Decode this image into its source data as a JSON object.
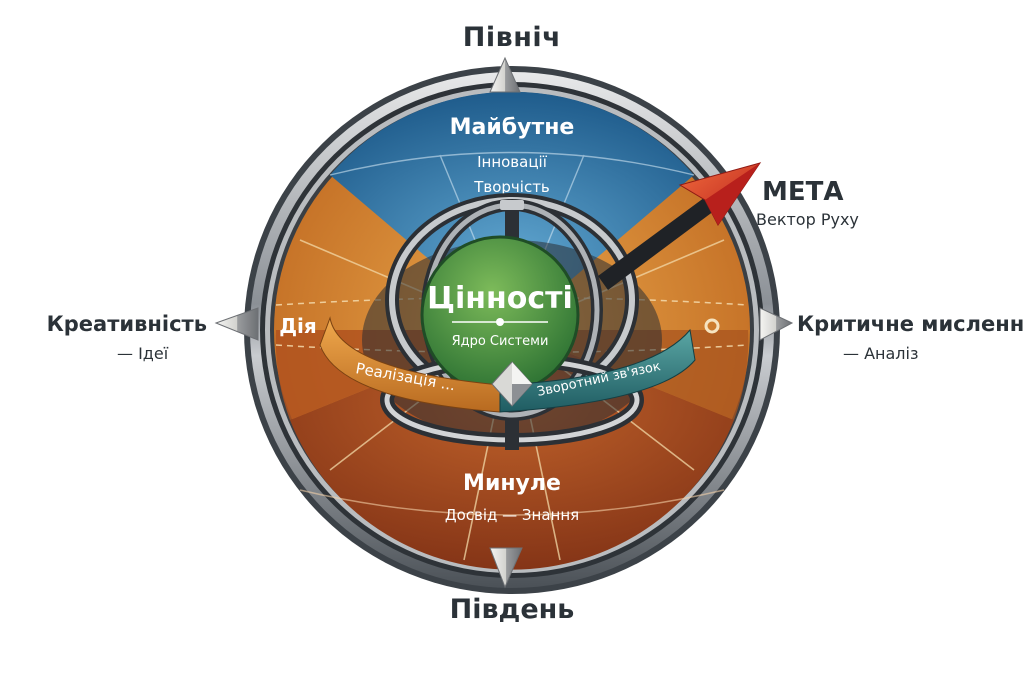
{
  "directions": {
    "north": "Північ",
    "south": "Південь",
    "west": {
      "title": "Креативність",
      "subtitle": "— Ідеї"
    },
    "east": {
      "title": "Критичне мислення",
      "subtitle": "— Аналіз"
    }
  },
  "goal": {
    "title": "МЕТА",
    "subtitle": "Вектор Руху"
  },
  "sectors": {
    "top": {
      "title": "Майбутне",
      "lines": [
        "Інновації",
        "Творчість"
      ]
    },
    "left": {
      "title": "Дія"
    },
    "bottom": {
      "title": "Минуле",
      "subtitle": "Досвід — Знання"
    }
  },
  "core": {
    "title": "Цінності",
    "subtitle": "Ядро Системи"
  },
  "band": {
    "left": "Реалізація ...",
    "right": "Зворотний зв'язок"
  },
  "colors": {
    "future": "#2f6f9f",
    "orange": "#d9892e",
    "past": "#9a3f1c",
    "core": "#4f9a45",
    "band_left": "#d98a34",
    "band_right": "#2f7f80",
    "arrow_head": "#d8372a",
    "text_dark": "#2b3238"
  }
}
